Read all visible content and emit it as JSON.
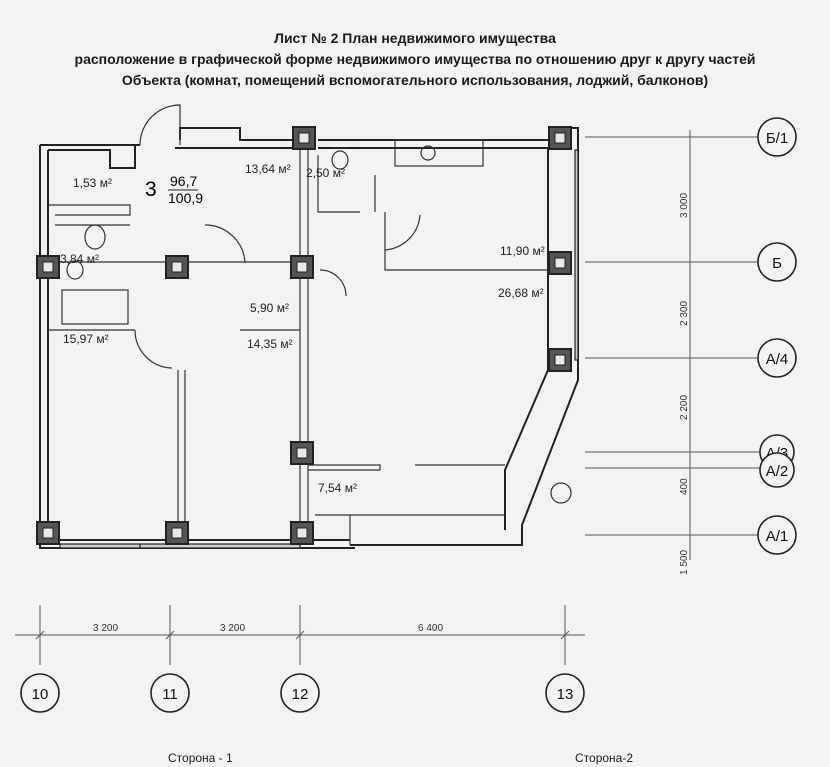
{
  "header": {
    "line1": "Лист № 2 План недвижимого имущества",
    "line2": "расположение в графической форме недвижимого имущества по отношению друг к другу частей",
    "line3": "Объекта (комнат, помещений вспомогательного использования, лоджий, балконов)"
  },
  "apartment": {
    "number": "3",
    "area_living": "96,7",
    "area_total": "100,9"
  },
  "rooms": {
    "r1": "1,53 м²",
    "r2": "13,64 м²",
    "r3": "2,50 м²",
    "r4": "3,84 м²",
    "r5": "11,90 м²",
    "r6": "26,68 м²",
    "r7": "5,90 м²",
    "r8": "15,97 м²",
    "r9": "14,35 м²",
    "r10": "7,54 м²"
  },
  "axes_bottom": {
    "a10": "10",
    "a11": "11",
    "a12": "12",
    "a13": "13",
    "d1": "3 200",
    "d2": "3 200",
    "d3": "6 400"
  },
  "axes_right": {
    "b1": "Б/1",
    "b": "Б",
    "a4": "А/4",
    "a3": "А/3",
    "a2": "А/2",
    "a1": "А/1",
    "d1": "3 000",
    "d2": "2 300",
    "d3": "2 200",
    "d4": "400",
    "d5": "1 500"
  },
  "footer": {
    "side1": "Сторона - 1",
    "side2": "Сторона-2"
  }
}
